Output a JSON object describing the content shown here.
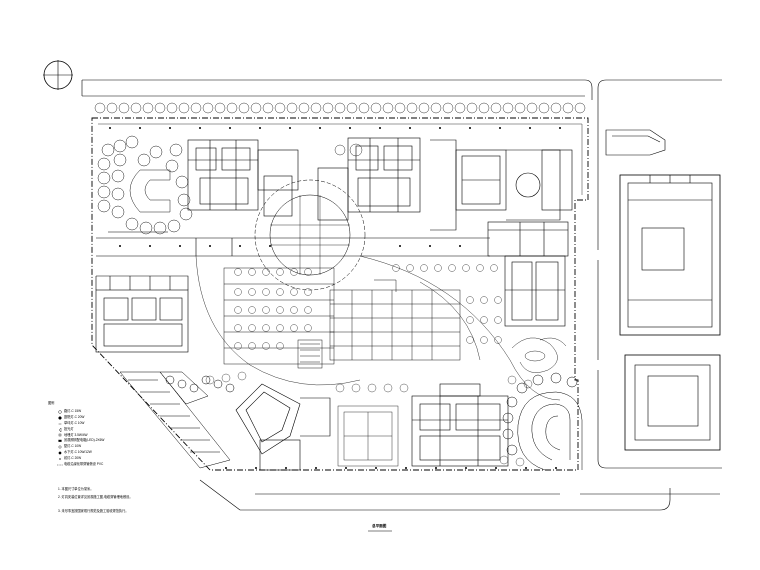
{
  "drawing": {
    "title": "总平面图",
    "north_symbol": "north-arrow",
    "legend_heading": "图例",
    "legend_items": [
      "路灯-C 15W",
      "庭院灯-C 20W",
      "草坪灯-C 10W",
      "投光灯",
      "地埋灯 3.5W/4W",
      "景观照明配电箱(LED)-2X6W",
      "壁灯-C 10W",
      "水下灯-C 10W/12W",
      "射灯-C 20W",
      "电缆沿绿化带穿管敷设 PVC"
    ],
    "notes": [
      "1. 本图尺寸单位为毫米。",
      "2. 灯具安装位置详见景观施工图,电缆穿管埋地敷设。",
      "3. 未尽事宜按国家现行规范及施工验收规范执行。"
    ],
    "colors": {
      "line": "#000000",
      "background": "#ffffff"
    }
  }
}
